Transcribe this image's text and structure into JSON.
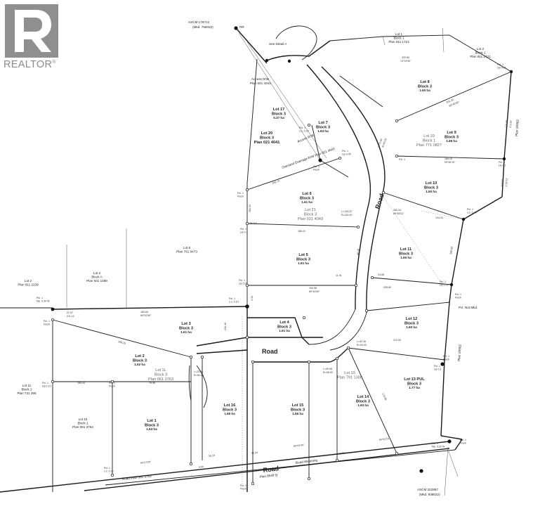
{
  "logo": {
    "wordmark": "REALTOR",
    "reg_mark": "®"
  },
  "roads": {
    "main": "Road",
    "south": "Road",
    "south_plan": "Plan 8549 Q",
    "widening": "Road Widening"
  },
  "control_points": {
    "nw": "ASCM 179713",
    "nw_mkd": "(Mkd. 756022)",
    "nw_rr": "RR",
    "se": "ASCM 322897",
    "se_mkd": "(Mkd. 938022)"
  },
  "detail": "See Detail A",
  "labels": {
    "plan_ref": "Plan 021 4043",
    "access_rw_1": "Access R/W",
    "access_rw_2": "Access R/W",
    "drainage": "Overland Drainage R/W Plan 021 4043",
    "not_monumented": "Pcl. Not Mkd.",
    "road_plan_sw": "Road Plan 061 3763",
    "plan_east": "Plan 1R862",
    "plan_east_2": "Plan 1R862"
  },
  "lots": [
    {
      "id": "l1a",
      "name": "Lot 1",
      "block": "Block 1",
      "plan": "Plan 911 1721"
    },
    {
      "id": "l2a",
      "name": "Lot 2",
      "block": "Block 1",
      "plan": "Plan 911 1721"
    },
    {
      "id": "l8",
      "name": "Lot 8",
      "block": "Block 3",
      "area": "1.60 ha"
    },
    {
      "id": "l17",
      "name": "Lot 17",
      "block": "Block 3",
      "area": "0.37 ha"
    },
    {
      "id": "l7",
      "name": "Lot 7",
      "block": "Block 3",
      "area": "1.63 ha"
    },
    {
      "id": "l20",
      "name": "Lot 20",
      "block": "Block 3",
      "plan": "Plan 021 4041"
    },
    {
      "id": "l9",
      "name": "Lot 9",
      "block": "Block 3",
      "area": "1.66 ha"
    },
    {
      "id": "l10a",
      "name": "Lot 10",
      "block": "Block 1",
      "plan": "Plan 771 0827"
    },
    {
      "id": "l6",
      "name": "Lot 6",
      "block": "Block 3",
      "area": "1.61 ha"
    },
    {
      "id": "l21",
      "name": "Lot 21",
      "block": "Block 3",
      "plan": "Plan 021 4043"
    },
    {
      "id": "l10",
      "name": "Lot 10",
      "block": "Block 3",
      "area": "1.60 ha"
    },
    {
      "id": "l8p",
      "name": "Lot 8",
      "plan": "Plan 761 0473"
    },
    {
      "id": "l5",
      "name": "Lot 5",
      "block": "Block 3",
      "area": "1.61 ha"
    },
    {
      "id": "l11",
      "name": "Lot 11",
      "block": "Block 3",
      "area": "1.60 ha"
    },
    {
      "id": "l2b",
      "name": "Lot 2",
      "plan": "Plan 911 2239"
    },
    {
      "id": "l2c",
      "name": "Lot 2",
      "block": "Block A",
      "plan": "Plan 931 1489"
    },
    {
      "id": "l3",
      "name": "Lot 3",
      "block": "Block 3",
      "area": "1.61 ha"
    },
    {
      "id": "l4",
      "name": "Lot 4",
      "block": "Block 3",
      "area": "1.61 ha"
    },
    {
      "id": "l12",
      "name": "Lot 12",
      "block": "Block 3",
      "area": "1.60 ha"
    },
    {
      "id": "l2d",
      "name": "Lot 2",
      "block": "Block 3",
      "area": "1.62 ha"
    },
    {
      "id": "l1p",
      "name": "Lot 1L",
      "block": "Block 3",
      "plan": "Plan 061 3763"
    },
    {
      "id": "l19",
      "name": "Lot 19",
      "plan": "Plan 791 1308"
    },
    {
      "id": "l13",
      "name": "Lot 13 PUL",
      "block": "Block 3",
      "area": "1.77 ha"
    },
    {
      "id": "l11b",
      "name": "Lot 11",
      "block": "Block 2",
      "plan": "Plan 731 395"
    },
    {
      "id": "l15b",
      "name": "Lot 15",
      "block": "Block 2",
      "plan": "Plan 061 3763"
    },
    {
      "id": "l1c",
      "name": "Lot 1",
      "block": "Block 3",
      "area": "1.63 ha"
    },
    {
      "id": "l16",
      "name": "Lot 16",
      "block": "Block 3",
      "area": "1.66 ha"
    },
    {
      "id": "l15",
      "name": "Lot 15",
      "block": "Block 3",
      "area": "1.56 ha"
    },
    {
      "id": "l14",
      "name": "Lot 14",
      "block": "Block 3",
      "area": "1.93 ha"
    }
  ],
  "points": [
    {
      "id": "p1",
      "label": "Pcl. 1",
      "sub": "Up 0.05"
    },
    {
      "id": "p2",
      "label": "Pcl. 1",
      "sub": "c.s. 0.10"
    },
    {
      "id": "p3",
      "label": "Pcl. 1",
      "sub": "Up 0.05"
    },
    {
      "id": "p4",
      "label": "Pcl. 1",
      "sub": "Flush"
    },
    {
      "id": "p5",
      "label": "Pcl. 1",
      "sub": "Flush"
    },
    {
      "id": "p6",
      "label": "Pcl. 1",
      "sub": "Up 0.1"
    },
    {
      "id": "p7",
      "label": "Pcl. 1",
      "sub": "c.s. 0.20"
    },
    {
      "id": "p8",
      "label": "Pcl. 1",
      "sub": "Up 0.1"
    },
    {
      "id": "p9",
      "label": "Pcl. 1",
      "sub": "Up 0.05"
    },
    {
      "id": "p10",
      "label": "Pcl. 1",
      "sub": "Up 0.1"
    },
    {
      "id": "p11",
      "label": "Pcl. 1",
      "sub": "Up 0.05"
    },
    {
      "id": "p12",
      "label": "Pcl. 1",
      "sub": "Flush"
    },
    {
      "id": "p13",
      "label": "Pcl. 1",
      "sub": "c.s. 0.10"
    },
    {
      "id": "p14",
      "label": "Pcl. 1",
      "sub": "Mp. 0.30 W"
    },
    {
      "id": "p15",
      "label": "Pcl. 1",
      "sub": "Flush"
    },
    {
      "id": "p16",
      "label": "Pcl. 1",
      "sub": "Up 0.10"
    },
    {
      "id": "p17",
      "label": "Pcl. 1",
      "sub": "Flush"
    },
    {
      "id": "p18",
      "label": "Pcl. 1",
      "sub": "Flush"
    },
    {
      "id": "p19",
      "label": "Pcl. 1",
      "sub": "Up 0.1"
    },
    {
      "id": "p20",
      "label": "Pcl. 1",
      "sub": "c.s. 0.10"
    },
    {
      "id": "p21",
      "label": "Pcl. 1",
      "sub": "Flush"
    },
    {
      "id": "p22",
      "label": "Pcl. 1",
      "sub": "Mp. 0.20 W"
    },
    {
      "id": "p23",
      "label": "Pcl. 1",
      "sub": "Flush"
    }
  ],
  "measures": [
    "325.84",
    "74°19'00\"",
    "201.33",
    "89°45'40\"",
    "173.08",
    "2°1'20\"",
    "119.03",
    "1°25'22\"",
    "184.10",
    "93°46'10\"",
    "124.91",
    "269.69",
    "256.73",
    "184.01",
    "1.31",
    "46.19",
    "280.34",
    "89°48'51\"",
    "164.56",
    "89°40'00\"",
    "186.41",
    "11.91",
    "180.84",
    "22.57",
    "211.12",
    "24.88",
    "205.80",
    "184.97",
    "89°52'50\"",
    "208.26",
    "75.96",
    "183.10",
    "216.46",
    "212.53",
    "270.86",
    "542.98",
    "84°02'15\"",
    "84°03'40\"",
    "38.34",
    "9.94",
    "94°27'00\"",
    "26.16",
    "L=42.30",
    "R=93.00",
    "L=133.22",
    "R=115.00",
    "L=75.90",
    "R=95.00",
    "L=23.54",
    "R=60.00",
    "L=99.98",
    "R=98.00"
  ]
}
